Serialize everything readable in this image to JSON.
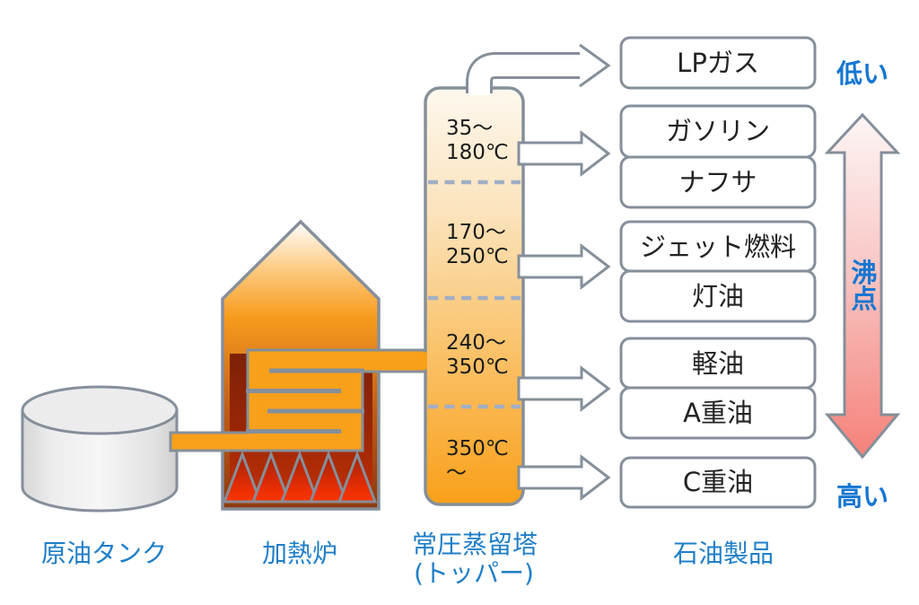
{
  "stage_labels": {
    "tank": "原油タンク",
    "furnace": "加熱炉",
    "tower_line1": "常圧蒸留塔",
    "tower_line2": "(トッパー)",
    "products": "石油製品"
  },
  "tower": {
    "zones": [
      {
        "line1": "35〜",
        "line2": "180℃"
      },
      {
        "line1": "170〜",
        "line2": "250℃"
      },
      {
        "line1": "240〜",
        "line2": "350℃"
      },
      {
        "line1": "350℃",
        "line2": "〜"
      }
    ]
  },
  "products": {
    "items": [
      "LPガス",
      "ガソリン",
      "ナフサ",
      "ジェット燃料",
      "灯油",
      "軽油",
      "A重油",
      "C重油"
    ]
  },
  "boiling_point": {
    "label": "沸点",
    "char1": "沸",
    "char2": "点",
    "low": "低い",
    "high": "高い"
  },
  "colors": {
    "accent_blue": "#1e7ec8",
    "pipe_orange": "#f9a01a",
    "outline_gray": "#858f9a",
    "flame_red": "#ff3502",
    "boiling_pink": "#f5817a"
  }
}
